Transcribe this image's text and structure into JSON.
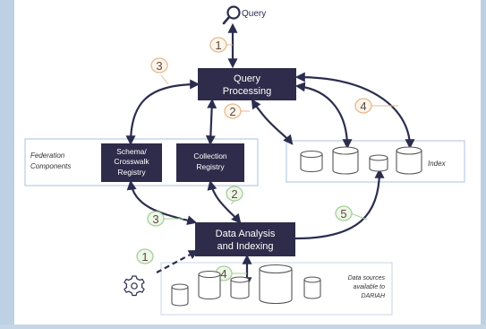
{
  "query": {
    "label": "Query"
  },
  "nodes": {
    "query_processing": {
      "line1": "Query",
      "line2": "Processing"
    },
    "schema_registry": {
      "line1": "Schema/",
      "line2": "Crosswalk",
      "line3": "Registry"
    },
    "collection_registry": {
      "line1": "Collection",
      "line2": "Registry"
    },
    "data_analysis": {
      "line1": "Data Analysis",
      "line2": "and Indexing"
    }
  },
  "groups": {
    "federation": {
      "line1": "Federation",
      "line2": "Components"
    },
    "index": {
      "label": "Index"
    },
    "data_sources": {
      "line1": "Data sources",
      "line2": "available to",
      "line3": "DARIAH"
    }
  },
  "steps": {
    "query_to_processing": "1",
    "processing_schema": "3",
    "processing_collection": "2",
    "processing_index": "4",
    "collection_analysis": "2",
    "schema_analysis": "3",
    "analysis_index": "5",
    "trigger": "1",
    "analysis_sources": "4"
  },
  "colors": {
    "node_fill": "#2e2c4a",
    "arrow": "#2b2d4f",
    "badge_orange": "#e7b98a",
    "badge_green": "#a6d09a",
    "box_border": "#aec0dc"
  },
  "icons": {
    "query": "magnifier-icon",
    "trigger": "gear-icon",
    "storage": "database-cylinder-icon"
  }
}
